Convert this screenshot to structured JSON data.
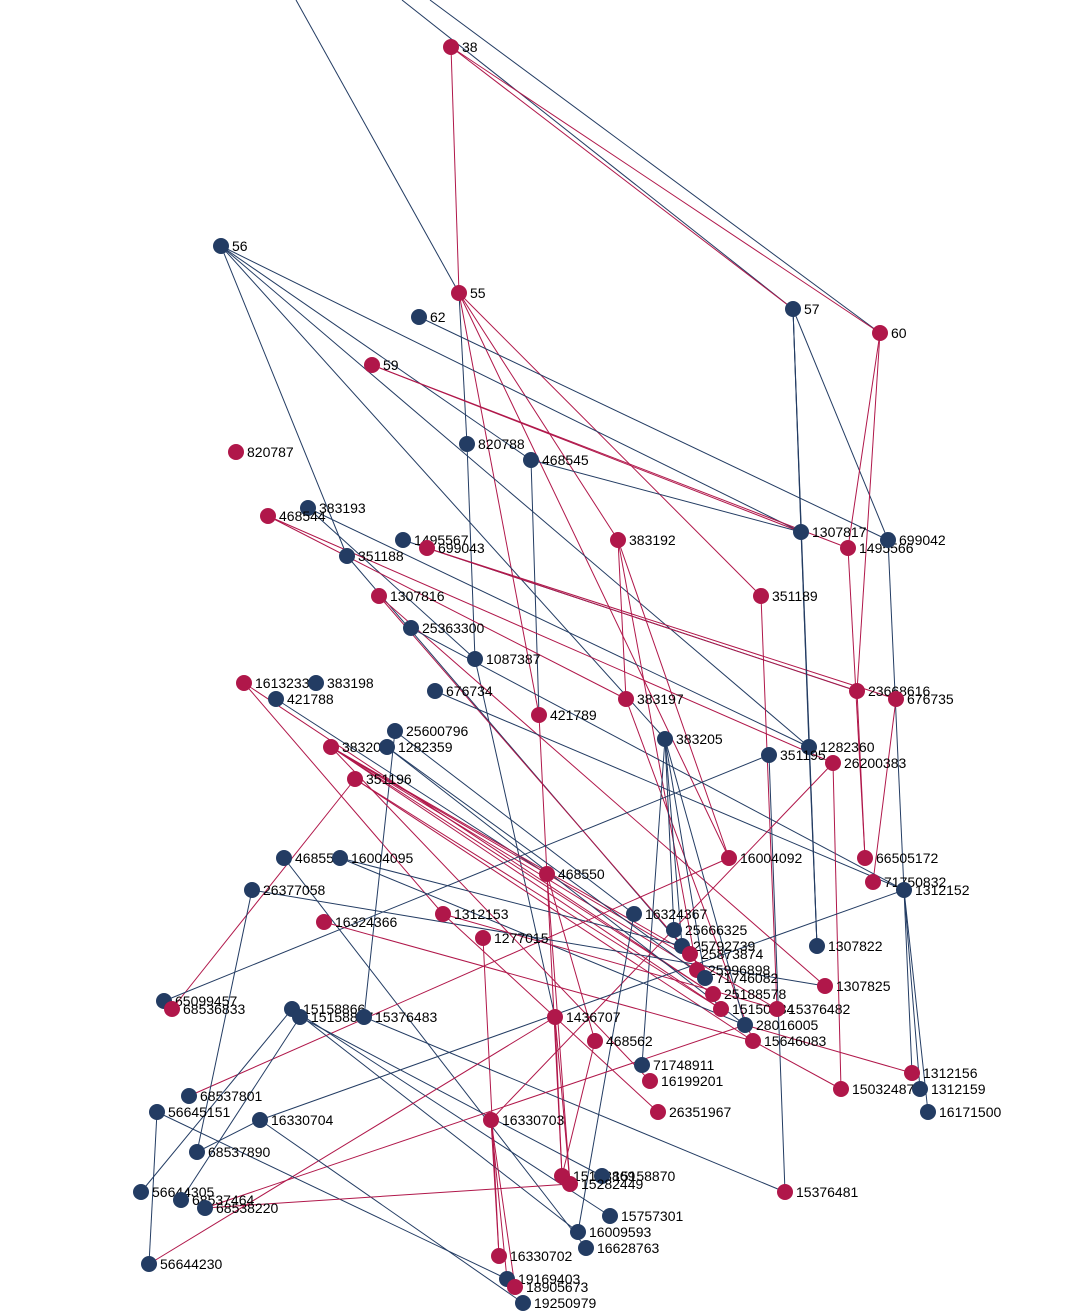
{
  "colors": {
    "navy": "#233c63",
    "crimson": "#b0174a",
    "background": "#ffffff",
    "label": "#000000"
  },
  "nodes": [
    {
      "id": "38",
      "color": "crimson"
    },
    {
      "id": "56",
      "color": "navy"
    },
    {
      "id": "55",
      "color": "crimson"
    },
    {
      "id": "62",
      "color": "navy"
    },
    {
      "id": "57",
      "color": "navy"
    },
    {
      "id": "60",
      "color": "crimson"
    },
    {
      "id": "59",
      "color": "crimson"
    },
    {
      "id": "820787",
      "color": "crimson"
    },
    {
      "id": "820788",
      "color": "navy"
    },
    {
      "id": "468545",
      "color": "navy"
    },
    {
      "id": "383193",
      "color": "navy"
    },
    {
      "id": "468544",
      "color": "crimson"
    },
    {
      "id": "1495567",
      "color": "navy"
    },
    {
      "id": "699043",
      "color": "crimson"
    },
    {
      "id": "351188",
      "color": "navy"
    },
    {
      "id": "383192",
      "color": "crimson"
    },
    {
      "id": "1307817",
      "color": "navy"
    },
    {
      "id": "1495566",
      "color": "crimson"
    },
    {
      "id": "699042",
      "color": "navy"
    },
    {
      "id": "1307816",
      "color": "crimson"
    },
    {
      "id": "351189",
      "color": "crimson"
    },
    {
      "id": "25363300",
      "color": "navy"
    },
    {
      "id": "1087387",
      "color": "navy"
    },
    {
      "id": "16132335",
      "color": "crimson"
    },
    {
      "id": "383198",
      "color": "navy"
    },
    {
      "id": "421788",
      "color": "navy"
    },
    {
      "id": "676734",
      "color": "navy"
    },
    {
      "id": "23668616",
      "color": "crimson"
    },
    {
      "id": "676735",
      "color": "crimson"
    },
    {
      "id": "383197",
      "color": "crimson"
    },
    {
      "id": "421789",
      "color": "crimson"
    },
    {
      "id": "25600796",
      "color": "navy"
    },
    {
      "id": "383205",
      "color": "navy"
    },
    {
      "id": "383206",
      "color": "crimson"
    },
    {
      "id": "1282359",
      "color": "navy"
    },
    {
      "id": "1282360",
      "color": "navy"
    },
    {
      "id": "351195",
      "color": "navy"
    },
    {
      "id": "26200383",
      "color": "crimson"
    },
    {
      "id": "351196",
      "color": "crimson"
    },
    {
      "id": "468551",
      "color": "navy"
    },
    {
      "id": "16004095",
      "color": "navy"
    },
    {
      "id": "16004092",
      "color": "crimson"
    },
    {
      "id": "66505172",
      "color": "crimson"
    },
    {
      "id": "468550",
      "color": "crimson"
    },
    {
      "id": "71750832",
      "color": "crimson"
    },
    {
      "id": "1312152",
      "color": "navy"
    },
    {
      "id": "26377058",
      "color": "navy"
    },
    {
      "id": "1312153",
      "color": "crimson"
    },
    {
      "id": "16324367",
      "color": "navy"
    },
    {
      "id": "16324366",
      "color": "crimson"
    },
    {
      "id": "1277015",
      "color": "crimson"
    },
    {
      "id": "25666325",
      "color": "navy"
    },
    {
      "id": "1307822",
      "color": "navy"
    },
    {
      "id": "25792739",
      "color": "navy"
    },
    {
      "id": "25873874",
      "color": "crimson"
    },
    {
      "id": "25996898",
      "color": "crimson"
    },
    {
      "id": "71746082",
      "color": "navy"
    },
    {
      "id": "1307825",
      "color": "crimson"
    },
    {
      "id": "25188578",
      "color": "crimson"
    },
    {
      "id": "65099457",
      "color": "navy"
    },
    {
      "id": "68536833",
      "color": "crimson"
    },
    {
      "id": "15158866",
      "color": "navy"
    },
    {
      "id": "15158867",
      "color": "navy"
    },
    {
      "id": "15376483",
      "color": "navy"
    },
    {
      "id": "15150584",
      "color": "crimson"
    },
    {
      "id": "15376482",
      "color": "crimson"
    },
    {
      "id": "1436707",
      "color": "crimson"
    },
    {
      "id": "28016005",
      "color": "navy"
    },
    {
      "id": "468562",
      "color": "crimson"
    },
    {
      "id": "15646083",
      "color": "crimson"
    },
    {
      "id": "71748911",
      "color": "navy"
    },
    {
      "id": "16199201",
      "color": "crimson"
    },
    {
      "id": "1312156",
      "color": "crimson"
    },
    {
      "id": "68537801",
      "color": "navy"
    },
    {
      "id": "15032487",
      "color": "crimson"
    },
    {
      "id": "1312159",
      "color": "navy"
    },
    {
      "id": "56645151",
      "color": "navy"
    },
    {
      "id": "26351967",
      "color": "crimson"
    },
    {
      "id": "16171500",
      "color": "navy"
    },
    {
      "id": "16330704",
      "color": "navy"
    },
    {
      "id": "16330703",
      "color": "crimson"
    },
    {
      "id": "68537890",
      "color": "navy"
    },
    {
      "id": "15158869",
      "color": "crimson"
    },
    {
      "id": "15158870",
      "color": "navy"
    },
    {
      "id": "15282449",
      "color": "crimson"
    },
    {
      "id": "56644305",
      "color": "navy"
    },
    {
      "id": "68537464",
      "color": "navy"
    },
    {
      "id": "68538220",
      "color": "navy"
    },
    {
      "id": "15376481",
      "color": "crimson"
    },
    {
      "id": "15757301",
      "color": "navy"
    },
    {
      "id": "16009593",
      "color": "navy"
    },
    {
      "id": "16628763",
      "color": "navy"
    },
    {
      "id": "16330702",
      "color": "crimson"
    },
    {
      "id": "56644230",
      "color": "navy"
    },
    {
      "id": "19169403",
      "color": "navy"
    },
    {
      "id": "18905673",
      "color": "crimson"
    },
    {
      "id": "19250979",
      "color": "navy"
    }
  ],
  "edges": [
    {
      "from": "top-a",
      "to": "55",
      "color": "navy"
    },
    {
      "from": "top-b",
      "to": "57",
      "color": "navy"
    },
    {
      "from": "top-c",
      "to": "60",
      "color": "navy"
    },
    {
      "from": "38",
      "to": "55",
      "color": "crimson"
    },
    {
      "from": "38",
      "to": "57",
      "color": "crimson"
    },
    {
      "from": "38",
      "to": "60",
      "color": "crimson"
    },
    {
      "from": "55",
      "to": "820788",
      "color": "navy"
    },
    {
      "from": "55",
      "to": "383192",
      "color": "crimson"
    },
    {
      "from": "55",
      "to": "351189",
      "color": "crimson"
    },
    {
      "from": "55",
      "to": "421789",
      "color": "crimson"
    },
    {
      "from": "55",
      "to": "16004092",
      "color": "crimson"
    },
    {
      "from": "56",
      "to": "468545",
      "color": "navy"
    },
    {
      "from": "56",
      "to": "351188",
      "color": "navy"
    },
    {
      "from": "56",
      "to": "1307817",
      "color": "navy"
    },
    {
      "from": "56",
      "to": "383205",
      "color": "navy"
    },
    {
      "from": "56",
      "to": "1282360",
      "color": "navy"
    },
    {
      "from": "62",
      "to": "699042",
      "color": "navy"
    },
    {
      "from": "59",
      "to": "1307817",
      "color": "crimson"
    },
    {
      "from": "59",
      "to": "1495566",
      "color": "crimson"
    },
    {
      "from": "57",
      "to": "1307817",
      "color": "navy"
    },
    {
      "from": "57",
      "to": "699042",
      "color": "navy"
    },
    {
      "from": "57",
      "to": "1307822",
      "color": "navy"
    },
    {
      "from": "57",
      "to": "1282360",
      "color": "navy"
    },
    {
      "from": "60",
      "to": "1495566",
      "color": "crimson"
    },
    {
      "from": "60",
      "to": "23668616",
      "color": "crimson"
    },
    {
      "from": "820788",
      "to": "1087387",
      "color": "navy"
    },
    {
      "from": "1087387",
      "to": "1436707",
      "color": "navy"
    },
    {
      "from": "468545",
      "to": "421789",
      "color": "navy"
    },
    {
      "from": "468545",
      "to": "1307817",
      "color": "navy"
    },
    {
      "from": "383193",
      "to": "1087387",
      "color": "navy"
    },
    {
      "from": "383193",
      "to": "1282360",
      "color": "navy"
    },
    {
      "from": "468544",
      "to": "383197",
      "color": "crimson"
    },
    {
      "from": "468544",
      "to": "26200383",
      "color": "crimson"
    },
    {
      "from": "1495567",
      "to": "23668616",
      "color": "navy"
    },
    {
      "from": "699043",
      "to": "23668616",
      "color": "crimson"
    },
    {
      "from": "699043",
      "to": "676735",
      "color": "crimson"
    },
    {
      "from": "351188",
      "to": "25792739",
      "color": "navy"
    },
    {
      "from": "1307816",
      "to": "25873874",
      "color": "crimson"
    },
    {
      "from": "1307816",
      "to": "1307825",
      "color": "crimson"
    },
    {
      "from": "383192",
      "to": "383197",
      "color": "crimson"
    },
    {
      "from": "383192",
      "to": "16004092",
      "color": "crimson"
    },
    {
      "from": "383192",
      "to": "25996898",
      "color": "crimson"
    },
    {
      "from": "351189",
      "to": "15376482",
      "color": "crimson"
    },
    {
      "from": "1307817",
      "to": "1307822",
      "color": "navy"
    },
    {
      "from": "1495566",
      "to": "66505172",
      "color": "crimson"
    },
    {
      "from": "699042",
      "to": "1312152",
      "color": "navy"
    },
    {
      "from": "676735",
      "to": "71750832",
      "color": "crimson"
    },
    {
      "from": "23668616",
      "to": "66505172",
      "color": "crimson"
    },
    {
      "from": "25363300",
      "to": "1312152",
      "color": "navy"
    },
    {
      "from": "676734",
      "to": "1312152",
      "color": "navy"
    },
    {
      "from": "421788",
      "to": "468550",
      "color": "navy"
    },
    {
      "from": "16132335",
      "to": "1312153",
      "color": "crimson"
    },
    {
      "from": "16132335",
      "to": "25188578",
      "color": "crimson"
    },
    {
      "from": "421789",
      "to": "15158869",
      "color": "crimson"
    },
    {
      "from": "383197",
      "to": "15646083",
      "color": "crimson"
    },
    {
      "from": "25600796",
      "to": "16324367",
      "color": "navy"
    },
    {
      "from": "25600796",
      "to": "15376483",
      "color": "navy"
    },
    {
      "from": "383205",
      "to": "25666325",
      "color": "navy"
    },
    {
      "from": "383205",
      "to": "25792739",
      "color": "navy"
    },
    {
      "from": "383205",
      "to": "71746082",
      "color": "navy"
    },
    {
      "from": "383205",
      "to": "28016005",
      "color": "navy"
    },
    {
      "from": "383205",
      "to": "71748911",
      "color": "navy"
    },
    {
      "from": "383206",
      "to": "25873874",
      "color": "crimson"
    },
    {
      "from": "383206",
      "to": "25996898",
      "color": "crimson"
    },
    {
      "from": "383206",
      "to": "25188578",
      "color": "crimson"
    },
    {
      "from": "383206",
      "to": "15150584",
      "color": "crimson"
    },
    {
      "from": "383206",
      "to": "15376482",
      "color": "crimson"
    },
    {
      "from": "383206",
      "to": "16199201",
      "color": "crimson"
    },
    {
      "from": "1282359",
      "to": "71746082",
      "color": "navy"
    },
    {
      "from": "1282359",
      "to": "28016005",
      "color": "navy"
    },
    {
      "from": "351196",
      "to": "68536833",
      "color": "crimson"
    },
    {
      "from": "351196",
      "to": "15646083",
      "color": "crimson"
    },
    {
      "from": "351196",
      "to": "15150584",
      "color": "crimson"
    },
    {
      "from": "351195",
      "to": "15376481",
      "color": "navy"
    },
    {
      "from": "351195",
      "to": "65099457",
      "color": "navy"
    },
    {
      "from": "26200383",
      "to": "15032487",
      "color": "crimson"
    },
    {
      "from": "26200383",
      "to": "16330703",
      "color": "crimson"
    },
    {
      "from": "1282360",
      "to": "1307822",
      "color": "navy"
    },
    {
      "from": "468551",
      "to": "16628763",
      "color": "navy"
    },
    {
      "from": "16004095",
      "to": "25792739",
      "color": "navy"
    },
    {
      "from": "16004095",
      "to": "28016005",
      "color": "navy"
    },
    {
      "from": "16004092",
      "to": "68537801",
      "color": "crimson"
    },
    {
      "from": "468550",
      "to": "468562",
      "color": "crimson"
    },
    {
      "from": "468550",
      "to": "15282449",
      "color": "crimson"
    },
    {
      "from": "26377058",
      "to": "1307825",
      "color": "navy"
    },
    {
      "from": "26377058",
      "to": "68537890",
      "color": "navy"
    },
    {
      "from": "1312153",
      "to": "15376482",
      "color": "crimson"
    },
    {
      "from": "1312153",
      "to": "26351967",
      "color": "crimson"
    },
    {
      "from": "1277015",
      "to": "16330702",
      "color": "crimson"
    },
    {
      "from": "16324366",
      "to": "15646083",
      "color": "crimson"
    },
    {
      "from": "16324367",
      "to": "16009593",
      "color": "navy"
    },
    {
      "from": "1312152",
      "to": "1312156",
      "color": "navy"
    },
    {
      "from": "1312152",
      "to": "1312159",
      "color": "navy"
    },
    {
      "from": "1312152",
      "to": "16171500",
      "color": "navy"
    },
    {
      "from": "1312152",
      "to": "16330704",
      "color": "navy"
    },
    {
      "from": "15158866",
      "to": "15757301",
      "color": "navy"
    },
    {
      "from": "15158866",
      "to": "16009593",
      "color": "navy"
    },
    {
      "from": "15158866",
      "to": "56644305",
      "color": "navy"
    },
    {
      "from": "15158867",
      "to": "15158870",
      "color": "navy"
    },
    {
      "from": "15158867",
      "to": "68537464",
      "color": "navy"
    },
    {
      "from": "15376483",
      "to": "15376481",
      "color": "navy"
    },
    {
      "from": "1436707",
      "to": "15158869",
      "color": "crimson"
    },
    {
      "from": "1436707",
      "to": "15282449",
      "color": "crimson"
    },
    {
      "from": "1436707",
      "to": "56644230",
      "color": "crimson"
    },
    {
      "from": "468562",
      "to": "15158869",
      "color": "crimson"
    },
    {
      "from": "15646083",
      "to": "15032487",
      "color": "crimson"
    },
    {
      "from": "28016005",
      "to": "1312156",
      "color": "crimson"
    },
    {
      "from": "28016005",
      "to": "68538220",
      "color": "crimson"
    },
    {
      "from": "16330703",
      "to": "16330702",
      "color": "crimson"
    },
    {
      "from": "16330703",
      "to": "18905673",
      "color": "crimson"
    },
    {
      "from": "16330703",
      "to": "19169403",
      "color": "crimson"
    },
    {
      "from": "56645151",
      "to": "19169403",
      "color": "navy"
    },
    {
      "from": "56645151",
      "to": "56644230",
      "color": "navy"
    },
    {
      "from": "68537890",
      "to": "16330704",
      "color": "navy"
    },
    {
      "from": "16330704",
      "to": "19250979",
      "color": "navy"
    },
    {
      "from": "68538220",
      "to": "15282449",
      "color": "crimson"
    }
  ]
}
